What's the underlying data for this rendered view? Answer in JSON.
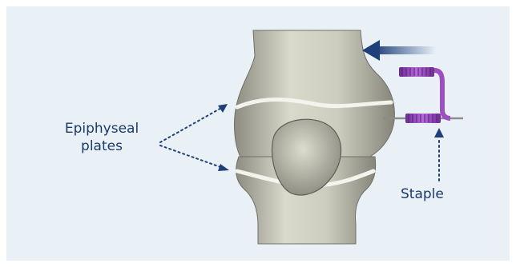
{
  "labels": {
    "epiphyseal_plates_line1": "Epiphyseal",
    "epiphyseal_plates_line2": "plates",
    "staple": "Staple"
  },
  "colors": {
    "background": "#e9f1f7",
    "label_text": "#1a3a6a",
    "arrow": "#1f3f7a",
    "staple": "#9b4fc0",
    "bone": "#cfcfbf",
    "growth_plate": "#f4f4ee"
  }
}
